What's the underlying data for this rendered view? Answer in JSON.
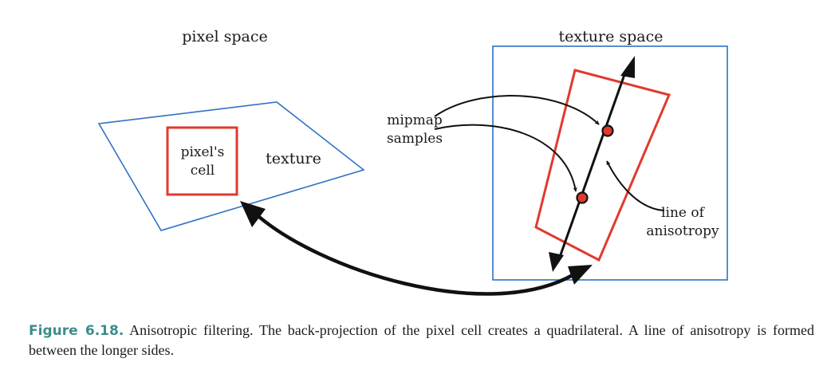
{
  "labels": {
    "pixel_space": "pixel space",
    "texture_space": "texture space",
    "pixels_cell_line1": "pixel's",
    "pixels_cell_line2": "cell",
    "texture": "texture",
    "mipmap_line1": "mipmap",
    "mipmap_line2": "samples",
    "line_of_line1": "line of",
    "line_of_line2": "anisotropy"
  },
  "caption": {
    "figure_number": "Figure 6.18.",
    "text": "Anisotropic filtering. The back-projection of the pixel cell creates a quadrilateral. A line of anisotropy is formed between the longer sides."
  },
  "colors": {
    "pixel_cell": "#e03a2e",
    "texture_outline": "#2f72c4",
    "arrow": "#111111",
    "sample_fill": "#e03a2e",
    "caption_number": "#3d8c8c"
  }
}
